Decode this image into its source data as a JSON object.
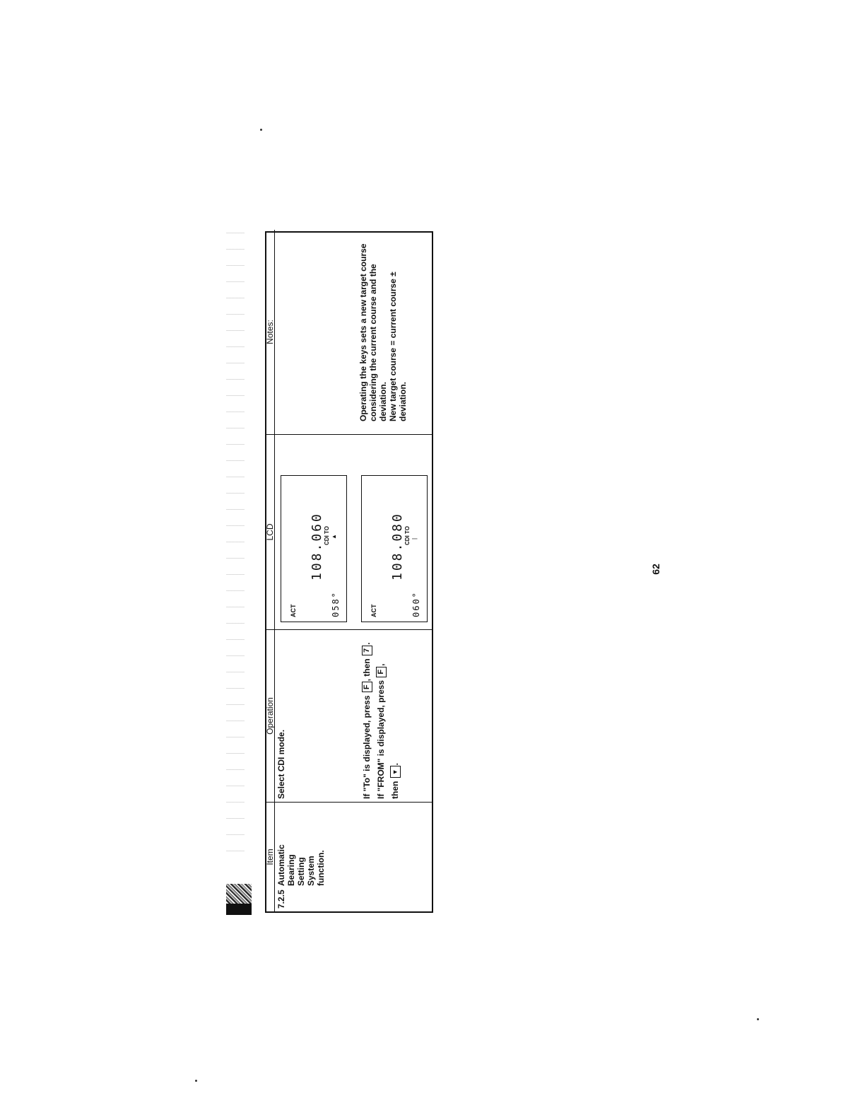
{
  "table": {
    "headers": {
      "item": "Item",
      "operation": "Operation",
      "lcd": "LCD",
      "notes": "Notes:"
    },
    "row": {
      "item_number": "7.2.5",
      "item_lines": [
        "Automatic",
        "Bearing",
        "Setting",
        "System",
        "function."
      ],
      "operation_select": "Select CDI mode.",
      "operation_to_pre": "If \"To\" is displayed, press",
      "operation_to_mid": ", then",
      "operation_from_pre": "If \"FROM\" is displayed, press",
      "operation_from_mid": ",",
      "operation_then": "then",
      "key_f": "F",
      "key_7": "7",
      "key_down": "▼",
      "lcd1": {
        "act": "ACT",
        "freq": "108.060",
        "cdi": "CDI TO",
        "symbol": "▲",
        "deg": "058°"
      },
      "lcd2": {
        "act": "ACT",
        "freq": "108.080",
        "cdi": "CDI TO",
        "symbol": "|",
        "deg": "060°"
      },
      "notes_lines": [
        "Operating the keys sets a new target course",
        "considering the current course and the deviation.",
        "New target course = current course ± deviation."
      ]
    }
  },
  "page_number": "62"
}
